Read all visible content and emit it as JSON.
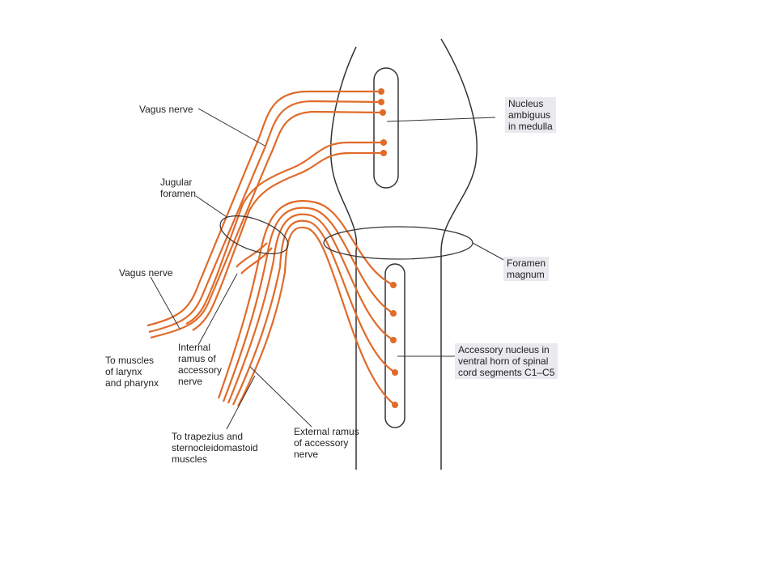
{
  "labels": {
    "vagus_top": "Vagus nerve",
    "nucleus_ambiguus": "Nucleus\nambiguus\nin medulla",
    "jugular_foramen": "Jugular\nforamen",
    "vagus_bottom": "Vagus nerve",
    "foramen_magnum": "Foramen\nmagnum",
    "accessory_nucleus": "Accessory nucleus in\nventral horn of spinal\ncord segments C1–C5",
    "muscles_larynx": "To muscles\nof larynx\nand pharynx",
    "internal_ramus": "Internal\nramus of\naccessory\nnerve",
    "trapezius": "To trapezius and\nsternocleidomastoid\nmuscles",
    "external_ramus": "External ramus\nof accessory\nnerve"
  },
  "colors": {
    "nerve": "#e06b2a",
    "outline": "#333333",
    "label_box": "#e9e9ee"
  }
}
